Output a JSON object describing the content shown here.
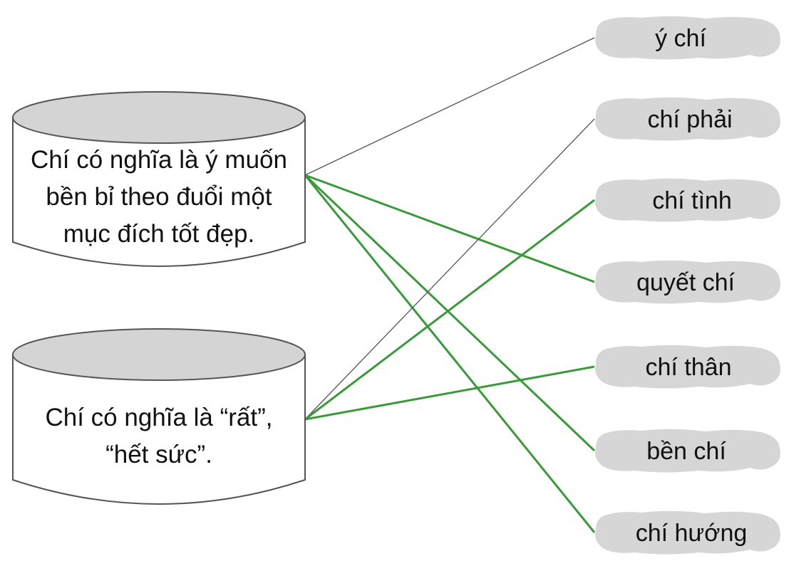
{
  "definitions": [
    {
      "id": "d1",
      "lines": [
        "Chí có nghĩa là ý muốn",
        "bền bỉ theo đuổi một",
        "mục đích tốt đẹp."
      ]
    },
    {
      "id": "d2",
      "lines": [
        "Chí có nghĩa là “rất”,",
        "“hết sức”."
      ]
    }
  ],
  "words": [
    {
      "id": "w1",
      "text": "ý chí"
    },
    {
      "id": "w2",
      "text": "chí phải"
    },
    {
      "id": "w3",
      "text": "chí tình"
    },
    {
      "id": "w4",
      "text": "quyết chí"
    },
    {
      "id": "w5",
      "text": "chí thân"
    },
    {
      "id": "w6",
      "text": "bền chí"
    },
    {
      "id": "w7",
      "text": "chí hướng"
    }
  ],
  "connections": [
    {
      "from": "d1",
      "to": "w1",
      "style": "given"
    },
    {
      "from": "d1",
      "to": "w4",
      "style": "answer"
    },
    {
      "from": "d1",
      "to": "w6",
      "style": "answer"
    },
    {
      "from": "d1",
      "to": "w7",
      "style": "answer"
    },
    {
      "from": "d2",
      "to": "w2",
      "style": "given"
    },
    {
      "from": "d2",
      "to": "w3",
      "style": "answer"
    },
    {
      "from": "d2",
      "to": "w5",
      "style": "answer"
    }
  ],
  "colors": {
    "cylinder_top": "#d4d4d4",
    "cylinder_stroke": "#555555",
    "cloud_fill": "#d6d6d6",
    "given_line": "#555555",
    "answer_line": "#3a9a3a"
  }
}
